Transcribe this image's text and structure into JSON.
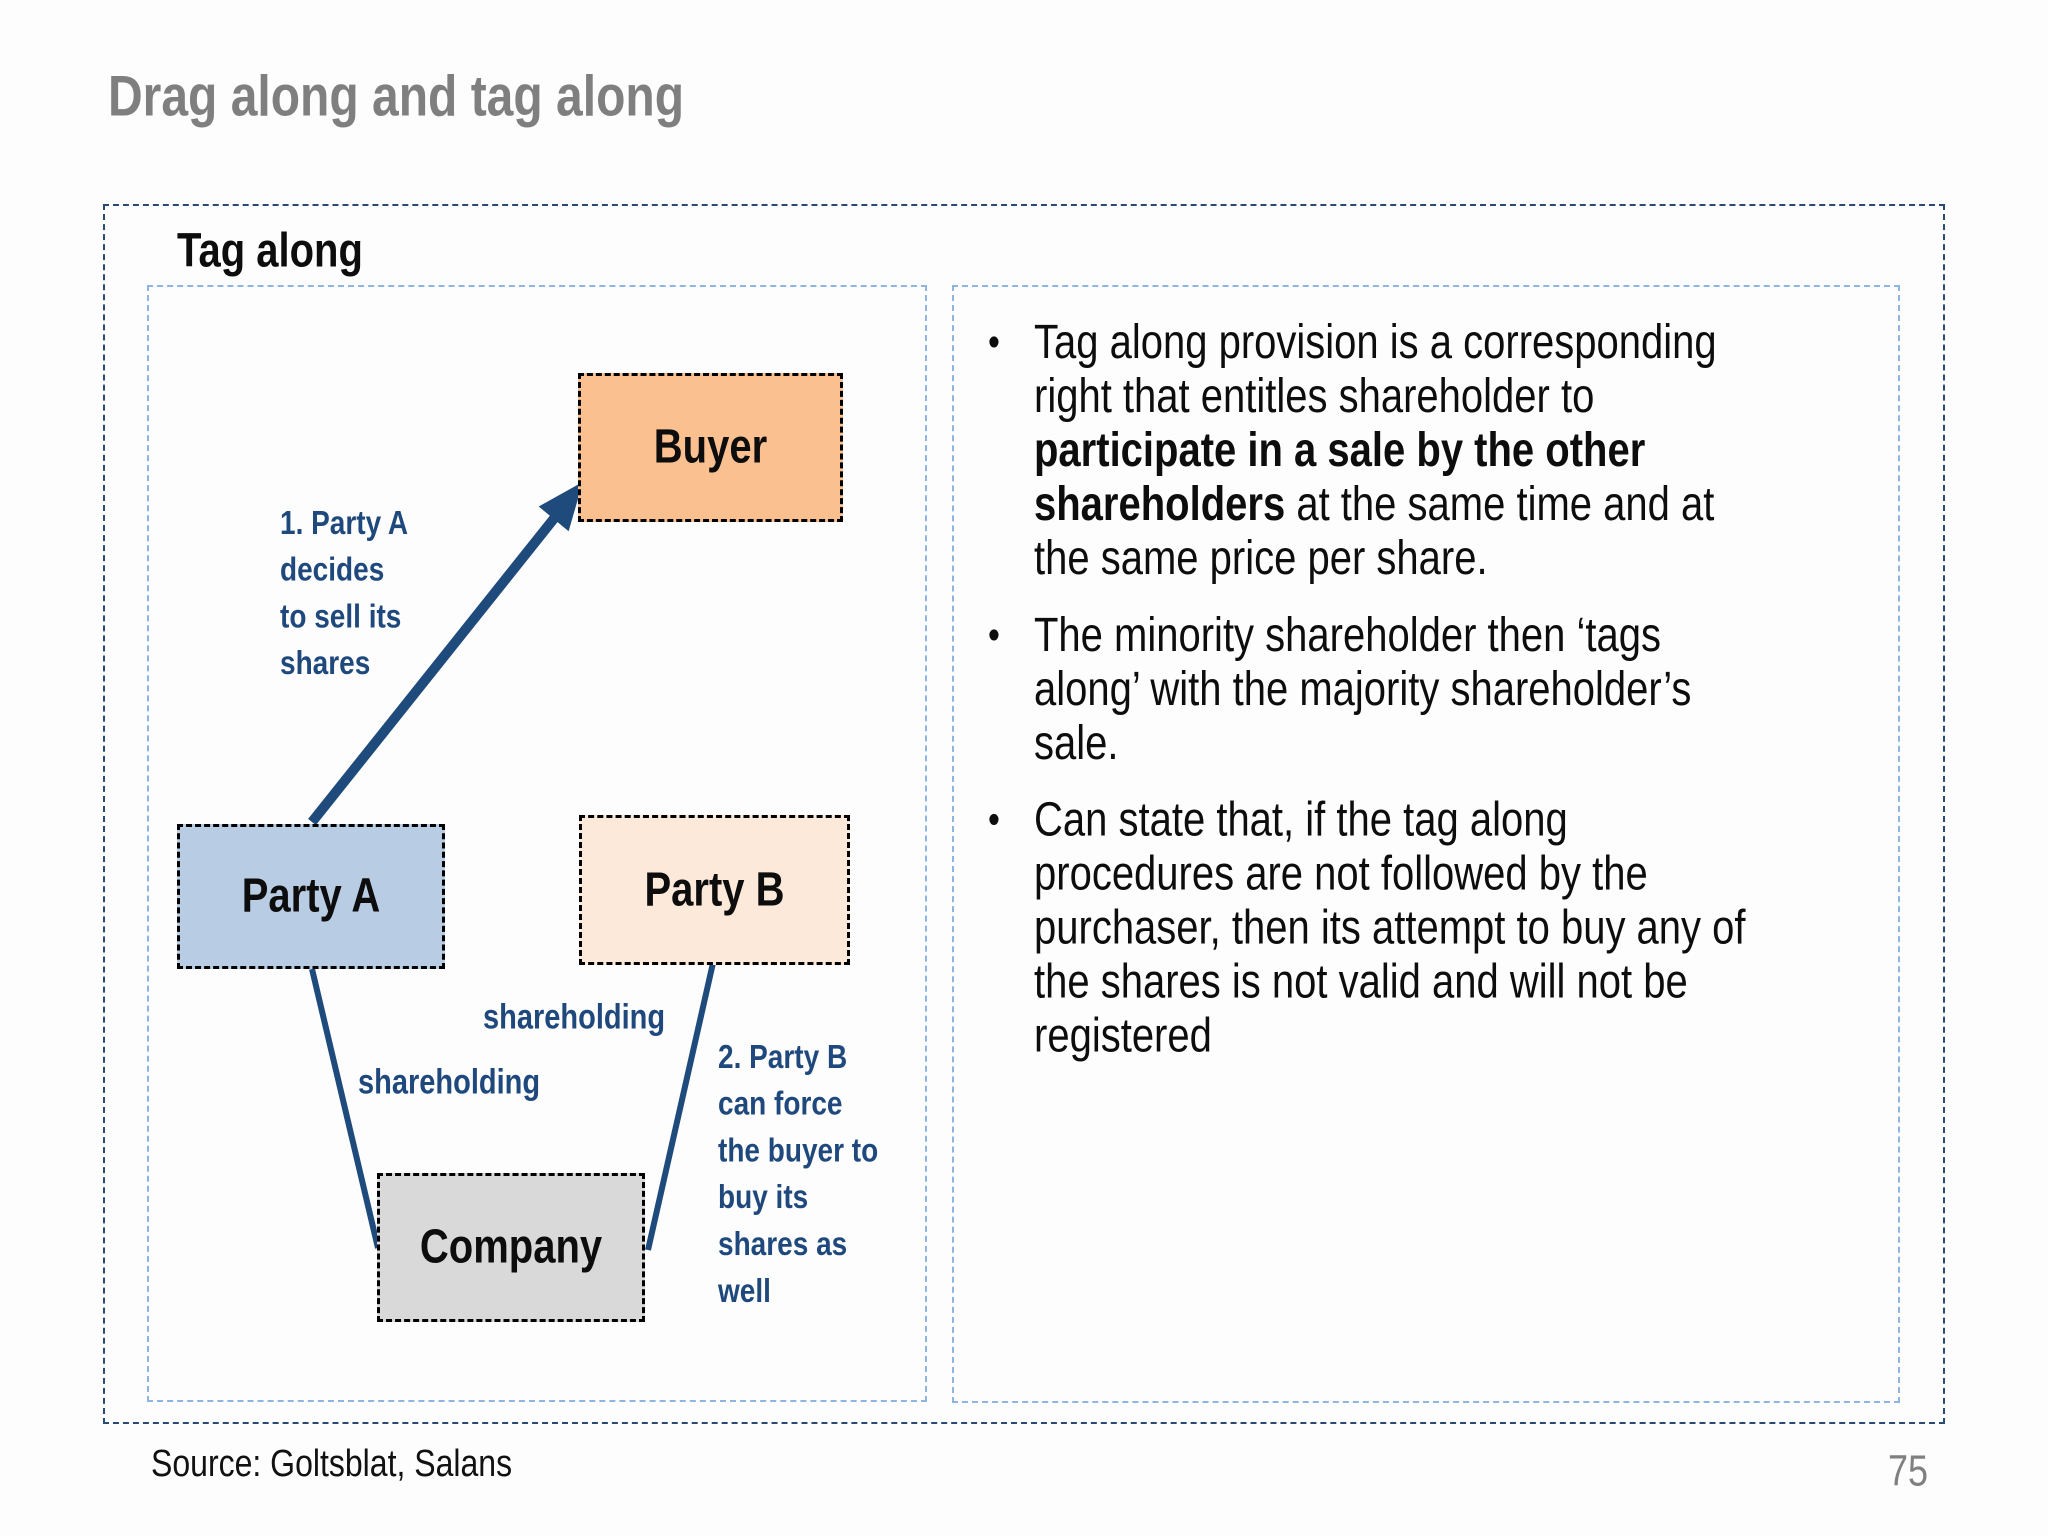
{
  "title": "Drag along and tag along",
  "section": {
    "heading": "Tag along"
  },
  "bullet_char": "•",
  "bullets": [
    {
      "lines": [
        [
          {
            "t": "Tag along provision is a corresponding"
          }
        ],
        [
          {
            "t": "right that entitles shareholder to"
          }
        ],
        [
          {
            "t": "participate in a sale by the other",
            "b": true
          }
        ],
        [
          {
            "t": "shareholders",
            "b": true
          },
          {
            "t": " at the same time and at"
          }
        ],
        [
          {
            "t": "the same price per share."
          }
        ]
      ]
    },
    {
      "lines": [
        [
          {
            "t": "The minority shareholder then ‘tags"
          }
        ],
        [
          {
            "t": "along’ with the majority shareholder’s"
          }
        ],
        [
          {
            "t": "sale."
          }
        ]
      ]
    },
    {
      "lines": [
        [
          {
            "t": "Can state that, if the tag along"
          }
        ],
        [
          {
            "t": "procedures are not followed by the"
          }
        ],
        [
          {
            "t": "purchaser, then its attempt to buy any of"
          }
        ],
        [
          {
            "t": "the shares is not valid and will not be"
          }
        ],
        [
          {
            "t": "registered"
          }
        ]
      ]
    }
  ],
  "diagram": {
    "nodes": {
      "buyer": {
        "label": "Buyer",
        "fill": "#FAC090"
      },
      "party_a": {
        "label": "Party A",
        "fill": "#B8CCE4"
      },
      "party_b": {
        "label": "Party B",
        "fill": "#FDE9D9"
      },
      "company": {
        "label": "Company",
        "fill": "#D9D9D9"
      }
    },
    "labels": {
      "step1_lines": [
        "1. Party A",
        "decides",
        "to sell its",
        "shares"
      ],
      "step2_lines": [
        "2. Party B",
        "can force",
        "the buyer to",
        "buy its",
        "shares as",
        "well"
      ],
      "shareholding_right": "shareholding",
      "shareholding_left": "shareholding"
    }
  },
  "footer": {
    "source": "Source: Goltsblat, Salans",
    "page_number": "75"
  },
  "colors": {
    "title_gray": "#7F7F7F",
    "outer_border_navy": "#2A4A75",
    "panel_border_blue": "#8EB4E2",
    "accent_dark_blue": "#1F497D",
    "connector_blue": "#1F4A7C",
    "buyer_fill": "#FAC090",
    "party_a_fill": "#B8CCE4",
    "party_b_fill": "#FDE9D9",
    "company_fill": "#D9D9D9"
  }
}
